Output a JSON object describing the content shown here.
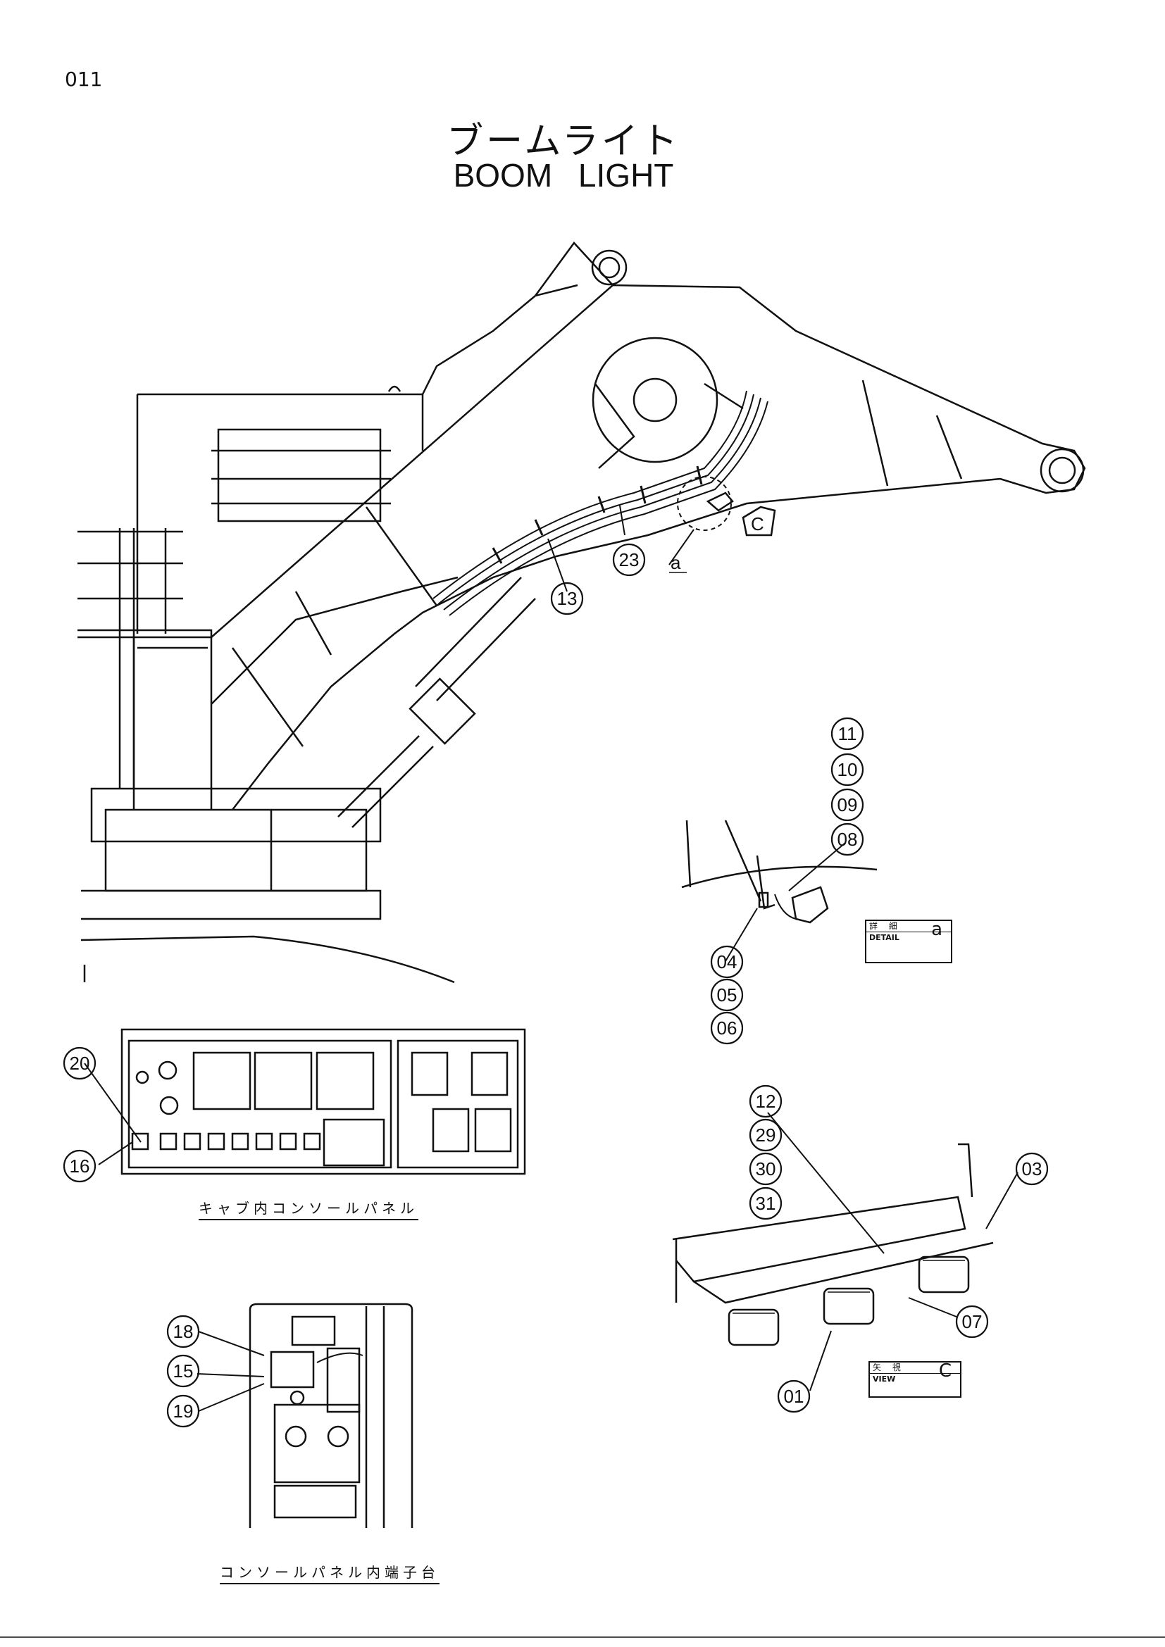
{
  "page_number": "011",
  "title_jp": "ブームライト",
  "title_en": "BOOM    LIGHT",
  "captions": {
    "console_panel": "キャブ内コンソールパネル",
    "terminal_block": "コンソールパネル内端子台"
  },
  "detail_tag": {
    "jp": "詳 細",
    "en": "DETAIL",
    "key": "a"
  },
  "view_tag": {
    "jp": "矢 視",
    "en": "VIEW",
    "key": "C"
  },
  "view_marker": "C",
  "detail_marker": "a",
  "callouts": [
    "23",
    "13",
    "11",
    "10",
    "09",
    "08",
    "04",
    "05",
    "06",
    "20",
    "16",
    "12",
    "29",
    "30",
    "31",
    "03",
    "07",
    "01",
    "18",
    "15",
    "19"
  ]
}
